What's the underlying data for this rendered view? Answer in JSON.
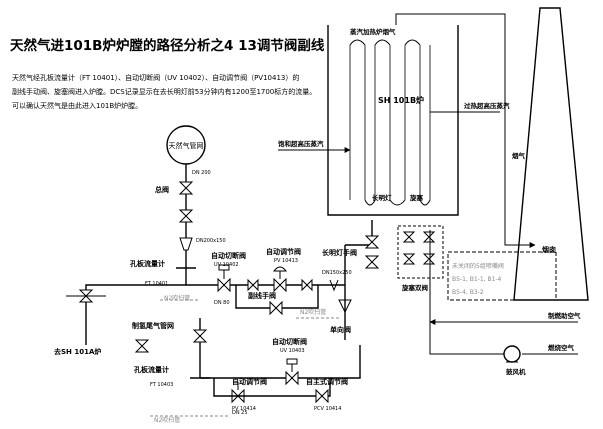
{
  "title": "天然气进101B炉炉膛的路径分析之4 13调节阀副线",
  "intro": {
    "line1": "天然气经孔板流量计（FT 10401）、自动切断阀（UV 10402）、自动调节阀（PV10413）的",
    "line2": "副线手动阀、旋塞阀进入炉膛。DCS记录显示在去长明灯前53分钟内有1200至1700标方的流量。",
    "line3": "可以确认天然气是由此进入101B炉炉膛。"
  },
  "labels": {
    "gas_network": "天然气管网",
    "dn200_top": "DN 200",
    "main_valve": "总阀",
    "dn200x150": "DN200x150",
    "orifice_meter": "孔板流量计",
    "ft10401": "FT 10401",
    "auto_cutoff": "自动切断阀",
    "uv10402": "UV 10402",
    "auto_regulator": "自动调节阀",
    "pv10413": "PV 10413",
    "dn150x250": "DN150x250",
    "dn80": "DN 80",
    "bypass_valve": "副线手阀",
    "n2_purge_1": "N2吹扫管",
    "n2_purge_2": "N2吹扫管",
    "check_valve": "单向阀",
    "pilot_manual": "长明灯手阀",
    "pilot": "长明灯",
    "spin_valve": "旋塞",
    "plug_valve_group": "旋塞双阀",
    "hydrogen_network": "制氢尾气管网",
    "to_101a": "去SH 101A炉",
    "orifice_meter_2": "孔板流量计",
    "ft10403": "FT 10403",
    "auto_cutoff_2": "自动切断阀",
    "uv10403": "UV 10403",
    "auto_regulator_2": "自动调节阀",
    "pv10414": "PV 10414",
    "self_reg_valve": "自主式调节阀",
    "pcv10414": "PCV 10414",
    "n2_purge_3": "N2吹扫管",
    "dn25": "DN 25",
    "furnace_top": "蒸汽加热炉烟气",
    "furnace_name": "SH 101B炉",
    "superheated_out": "过热超高压蒸汽",
    "saturated_in": "饱和超高压蒸汽",
    "flue_gas": "烟气",
    "stack": "烟囱",
    "burner_note_1": "未关闭的5组喷嘴阀",
    "burner_note_2": "B5-1, B1-1, B1-4",
    "burner_note_3": "B5-4, B3-2",
    "preheated_air": "制燃助空气",
    "combustion_air": "燃烧空气",
    "blower": "鼓风机"
  }
}
